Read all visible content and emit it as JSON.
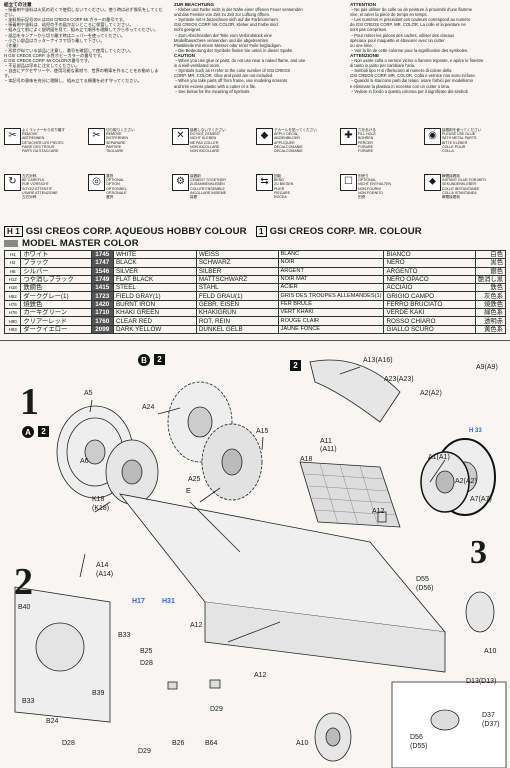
{
  "caution": {
    "jp": {
      "title": "組立ての注意",
      "lines": [
        "・接着剤や塗料は火気の近くで使用しないでください。使う時は必ず換気をしてください。",
        "・塗料指示記号のH はGSI CREOS CORP Mr.カラーの番号です。",
        "・接着剤や塗料は、幼児の手の届かないところに保管してください。",
        "・組み立て前によく説明図を見て、組み立て順序を理解してから作ってください。",
        "・部品をランナーから切り離す時はニッパーを使ってください。",
        "・小さい部品はカッターナイフで切り離して下さい。",
        "〈作業〉",
        "・形状が似ている部品に注意し、番号を確認して使用してください。",
        "・"
      ],
      "lines2": [
        "H GSI CREOS CORP. 水性ホビーカラーの番号です。",
        "C GSI CREOS CORP. Mr.COLORの番号です。",
        "・不足部品は早めに注文してください。",
        "・自由にアクセサリーや、使用可能な素材で、世界の戦車を作ることをお勧めします。",
        "・本記号の意味を充分に理解し、組み立てる順番を必ず守ってください。"
      ]
    },
    "de": {
      "title": "ZUR BEACHTUNG",
      "lines": [
        "・Kleber und Farbe nicht in der Nähe einer offenen Feuer verwenden",
        "und das Fenster von Zeit zu Zeit zur Lüftung öffnen.",
        "・Symbole mit H bezeichnen sich auf die Farbnummern",
        "GSI CREOS CORP. Mr. COLOR. Kleber und Farbe sind",
        "nicht geeignet.",
        "・Zum Abschneiden der Teile vom Verbindstück eine",
        "Modellbauschere verwenden und die abgetrennten",
        "Plastikteile mit einem Messer oder einer Feile begradigen.",
        "・Die Bedeutung der Symbole finden Sie unten in dieser Spalte."
      ],
      "title2": "CAUTION",
      "lines2": [
        "・When you use glue or paint, do not use near a naked flame, and use",
        "in a well-ventilated room.",
        "・Symbols such as H refer to the color number of GSI CREOS",
        "CORP. MR. COLOR. Glue and paint are not included.",
        "・When you take parts off from frame, use modeling scissors",
        "and trim excess plastic with a cutter or a file.",
        "・See below for the meaning of symbols."
      ]
    },
    "fr": {
      "title": "ATTENTION",
      "lines": [
        "・Ne pas utiliser de colle ou de peinture à proximité d'une flamme",
        "vive, et aérer la pièce de temps en temps.",
        "・Les numéros H précédant ces couleurs correspond au numéro",
        "de GSI CREOS CORP. MR. COLOR. La colle et la peinture ne",
        "sont pas comprises.",
        "・Pour retirer les pièces des cadres, utiliser des ciseaux",
        "spéciaux pour maquette et ébavurer avec un cutter",
        "ou une lime.",
        "・Voir la fin de cette colonne pour la signification des symboles."
      ],
      "title2": "ATTENZIONE",
      "lines2": [
        "・Non usare colla o vernice vicino a fiamme esposte, e aprire le finestre",
        "di tanto in tanto per cambiare l'aria.",
        "・Simboli tipo H si riferiscono al numero di colore della",
        "GSI CREOS CORP. MR. COLOR. Colla e vernice non sono incluse.",
        "・Quando si staccano parti dai telaio, usare forbici per modellismo",
        "e eliminare la plastica in eccesso con un cutter o lima.",
        "・Vedere in fondo a questa colonna per il significato dei simboli."
      ]
    }
  },
  "symbols": [
    {
      "icon": "✂",
      "lines": [
        "よくランナーから切り離す",
        "REMOVE",
        "ABTRENNEN",
        "DETACHER LES PIECES",
        "FAIRE DES TROUS",
        "PARTI DA STACCARE"
      ]
    },
    {
      "icon": "✂",
      "lines": [
        "切り取りください",
        "REMOVE",
        "ENTFERNEN",
        "SEPARARE",
        "PARTIRE",
        "TAGLIARE"
      ]
    },
    {
      "icon": "✕",
      "lines": [
        "接着しないでください",
        "DO NOT CEMENT",
        "NICHT KLEBEN",
        "NE PAS COLLER",
        "NON INCOLLARE",
        "NON INCOLLARE"
      ]
    },
    {
      "icon": "◆",
      "lines": [
        "デカールを貼ってください",
        "APPLY DECAL",
        "ABZIEHBILDER",
        "APPLIQUER",
        "DECALCOMANIE",
        "DECALCOMANIE"
      ]
    },
    {
      "icon": "✚",
      "lines": [
        "穴をあける",
        "FILL HOLE",
        "BOHREN",
        "PERCER",
        "FORARE",
        "FORARE"
      ]
    },
    {
      "icon": "◉",
      "lines": [
        "接着剤を使ってください",
        "PLEASE USE GLUE",
        "WITH METAL PARTS",
        "BITTE KLEBER",
        "COLLE POUR",
        "COLLA"
      ]
    },
    {
      "icon": "↻",
      "lines": [
        "左右対称",
        "BE CAREFUL",
        "FÜR VORSICHT",
        "SOYEZ ATTENTIF",
        "USARE ATTENZIONE",
        "左右対称"
      ]
    },
    {
      "icon": "◎",
      "lines": [
        "選択",
        "OPTIONAL",
        "OPTION",
        "OPTIONNEL",
        "OPZIONALE",
        "選択"
      ]
    },
    {
      "icon": "⚙",
      "lines": [
        "接着剤",
        "CEMENT TOGETHER",
        "ZUSAMMENKLEBEN",
        "COLLER ENSEMBLE",
        "INCOLLARE INSIEME",
        "接着"
      ]
    },
    {
      "icon": "⇆",
      "lines": [
        "回転",
        "BEND",
        "ZU BIEGEN",
        "PLIER",
        "PIEGARE",
        "ROCKA"
      ]
    },
    {
      "icon": "☐",
      "lines": [
        "別売り",
        "OPTIONAL",
        "NICHT ENTHALTEN",
        "NON FOURNI",
        "NON FORNITO",
        "別売"
      ]
    },
    {
      "icon": "⬥",
      "lines": [
        "瞬間接着剤",
        "INSTANT GLUE FOR METAL",
        "SEKUNDENKLEBER",
        "COLLE INSTANTANEE",
        "COLLA ISTANTANEA",
        "瞬間接着剤"
      ]
    }
  ],
  "color_header": {
    "h_tag": "H 1",
    "h_title": "GSI CREOS CORP. AQUEOUS HOBBY COLOUR",
    "c_tag": "1",
    "c_title": "GSI CREOS CORP. MR. COLOUR",
    "mm_title": "MODEL MASTER COLOR"
  },
  "color_rows": [
    {
      "code": "H1",
      "jp": "ホワイト",
      "num": "1745",
      "en": "WHITE",
      "de": "WEISS",
      "fr": "BLANC",
      "it": "BIANCO",
      "kj": "白色"
    },
    {
      "code": "H2",
      "jp": "ブラック",
      "num": "1747",
      "en": "BLACK",
      "de": "SCHWARZ",
      "fr": "NOIR",
      "it": "NERO",
      "kj": "黒色"
    },
    {
      "code": "H8",
      "jp": "シルバー",
      "num": "1546",
      "en": "SILVER",
      "de": "SILBER",
      "fr": "ARGENT",
      "it": "ARGENTO",
      "kj": "銀色"
    },
    {
      "code": "H12",
      "jp": "つや消しブラック",
      "num": "1749",
      "en": "FLAT BLACK",
      "de": "MATTSCHWARZ",
      "fr": "NOIR MAT",
      "it": "NERO OPACO",
      "kj": "艶消し黒"
    },
    {
      "code": "H18",
      "jp": "鉄鋼色",
      "num": "1415",
      "en": "STEEL",
      "de": "STAHL",
      "fr": "ACIER",
      "it": "ACCIAIO",
      "kj": "鉄色"
    },
    {
      "code": "H52",
      "jp": "ダークグレー(1)",
      "num": "1723",
      "en": "FIELD GRAY(1)",
      "de": "FELD GRAU(1)",
      "fr": "GRIS DES TROUPES ALLEMANDES(1)",
      "it": "GRIGIO CAMPO",
      "kj": "灰色系"
    },
    {
      "code": "H76",
      "jp": "焼鉄色",
      "num": "1420",
      "en": "BURNT IRON",
      "de": "GEBR. EISEN",
      "fr": "FER BRULE",
      "it": "FERRO BRUCIATO",
      "kj": "焼鉄色"
    },
    {
      "code": "H78",
      "jp": "カーキグリーン",
      "num": "1710",
      "en": "KHAKI GREEN",
      "de": "KHAKIGRÜN",
      "fr": "VERT KHAKI",
      "it": "VERDE KAKI",
      "kj": "緑色系"
    },
    {
      "code": "H90",
      "jp": "クリアーレッド",
      "num": "1760",
      "en": "CLEAR RED",
      "de": "ROT, REIN",
      "fr": "ROUGE CLAIR",
      "it": "ROSSO CHIARO",
      "kj": "透明赤"
    },
    {
      "code": "H93",
      "jp": "ダークイエロー",
      "num": "2099",
      "en": "DARK YELLOW",
      "de": "DUNKEL GELB",
      "fr": "JAUNE FONCE",
      "it": "GIALLO SCURO",
      "kj": "黄色系"
    }
  ],
  "steps": {
    "s1": "1",
    "s2": "2",
    "s3": "3",
    "s1_badge": "A",
    "s1_badge_x": "2",
    "b_badge": "B",
    "b_badge_x": "2",
    "x2_top": "2",
    "h_ref": "H 33"
  },
  "labels": {
    "A5": "A5",
    "A6": "A6",
    "A24": "A24",
    "A25": "A25",
    "A15": "A15",
    "A13": "A13(A16)",
    "A9": "A9(A9)",
    "A23": "A23(A23)",
    "A2a": "A2(A2)",
    "A11": "A11",
    "A11b": "(A11)",
    "A1": "A1(A1)",
    "A2b": "A2(A2)",
    "A7": "A7(A7)",
    "A18": "A18",
    "K18": "K18",
    "K18b": "(K18)",
    "E": "E",
    "A12a": "A12",
    "A14": "A14",
    "A14b": "(A14)",
    "H17": "H17",
    "H31": "H31",
    "A12b": "A12",
    "A12c": "A12",
    "D55": "D55",
    "D56": "(D56)",
    "A10a": "A10",
    "B40": "B40",
    "B33a": "B33",
    "B25": "B25",
    "D28a": "D28",
    "D29a": "D29",
    "B33b": "B33",
    "B39": "B39",
    "B24": "B24",
    "D28b": "D28",
    "D29b": "D29",
    "B26": "B26",
    "B64": "B64",
    "A10b": "A10",
    "D13": "D13(D13)",
    "D37": "D37",
    "D37b": "(D37)",
    "D56b": "D56",
    "D55b": "(D55)"
  }
}
